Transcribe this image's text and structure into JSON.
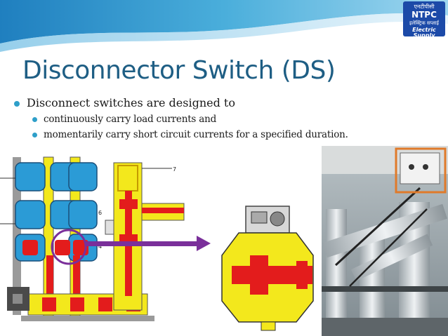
{
  "slide": {
    "title": "Disconnector Switch (DS)",
    "bullet": "Disconnect switches are designed to",
    "sub_bullets": [
      "continuously carry load currents and",
      "momentarily carry short circuit currents for a specified duration."
    ]
  },
  "logo": {
    "line1": "एनटीपीसी",
    "line2": "NTPC",
    "line3": "इलेक्ट्रिक सप्लाई",
    "line4": "Electric Supply"
  },
  "diagram": {
    "callouts": [
      "7",
      "6",
      "4"
    ]
  },
  "colors": {
    "title": "#1e5e84",
    "bullet": "#2e9fc9",
    "header_wave": "#3a9ccd",
    "logo_bg": "#1c4aa8",
    "yellow": "#f7ef1e",
    "red": "#e31c1c",
    "blue": "#2b9bd6",
    "purple": "#7a2f9a"
  },
  "icons": [
    "bullet-dot"
  ]
}
